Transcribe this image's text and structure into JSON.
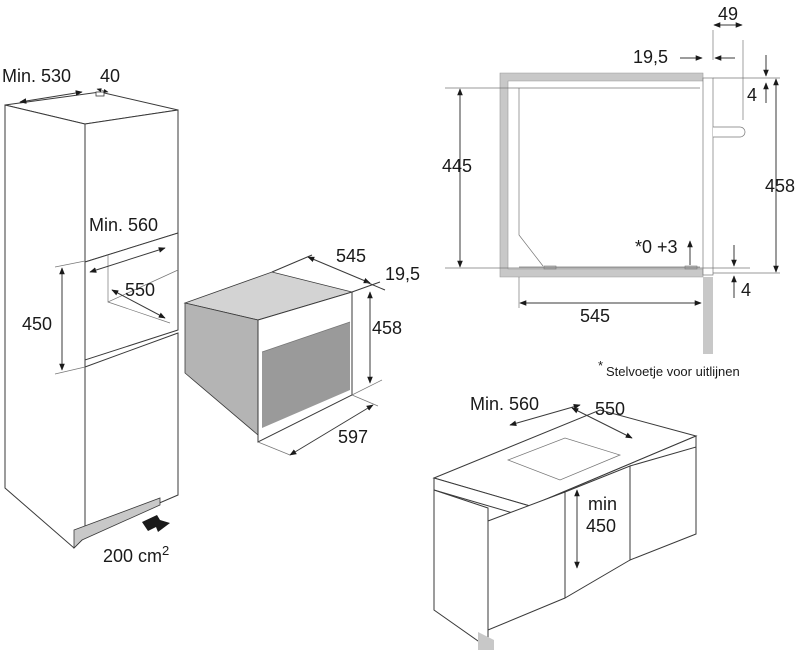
{
  "tall_cabinet": {
    "depth_label": "Min. 530",
    "vent_label": "40",
    "niche_width_label": "Min. 560",
    "niche_depth_label": "550",
    "niche_height_label": "450",
    "vent_area_label": "200 cm",
    "vent_area_sup": "2"
  },
  "oven": {
    "depth_label": "545",
    "front_label": "19,5",
    "height_label": "458",
    "width_label": "597"
  },
  "section": {
    "top_label": "49",
    "front_label": "19,5",
    "gap_top_label": "4",
    "inner_height_label": "445",
    "outer_height_label": "458",
    "foot_label": "*0 +3",
    "gap_bottom_label": "4",
    "depth_label": "545",
    "footnote_mark": "*",
    "footnote": "Stelvoetje voor uitlijnen"
  },
  "base_cabinet": {
    "width_label": "Min. 560",
    "depth_label": "550",
    "height_label_line1": "min",
    "height_label_line2": "450"
  },
  "colors": {
    "line": "#3a3a3a",
    "panel_gray": "#c8c8c8",
    "door_gray": "#9a9a9a"
  }
}
